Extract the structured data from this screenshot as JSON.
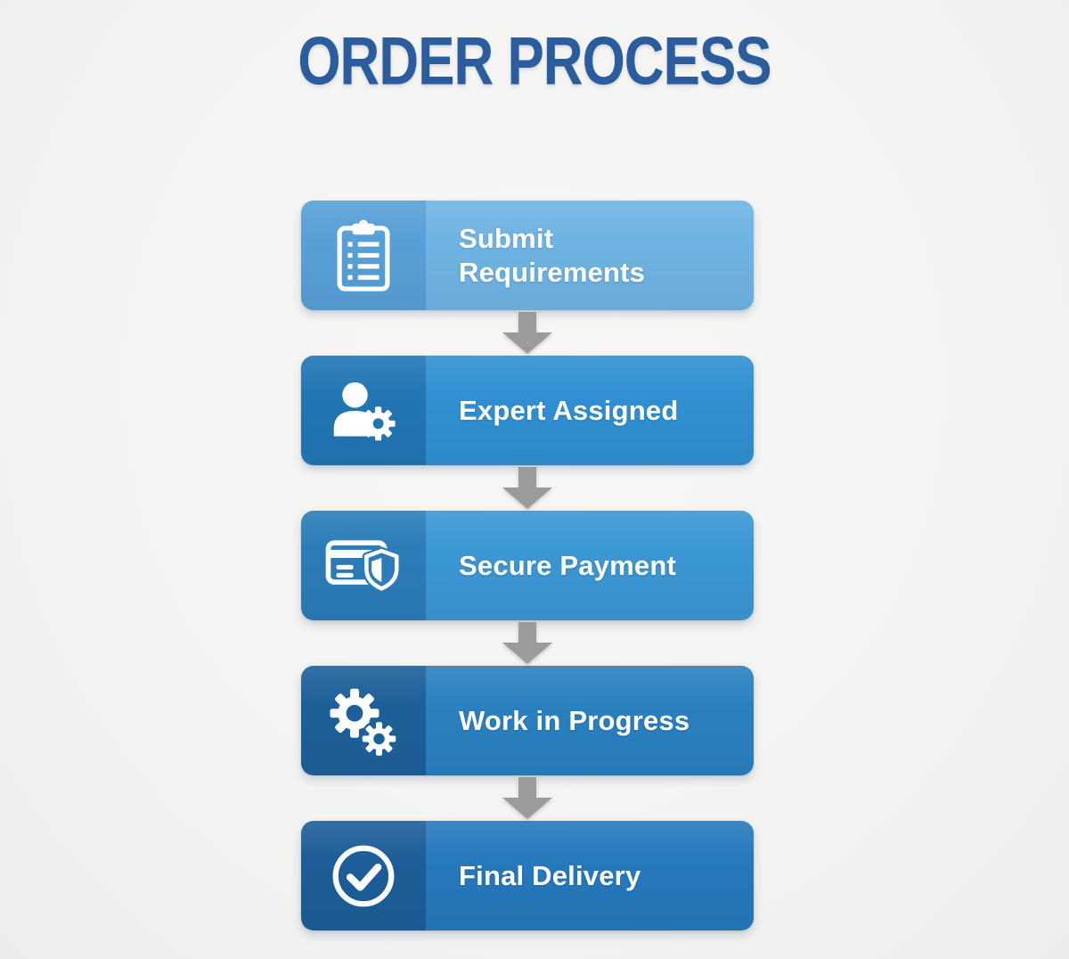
{
  "page": {
    "title": "ORDER PROCESS",
    "title_color": "#2b5c9e",
    "background_color": "#f4f4f2",
    "arrow_color": "#9b9b9b",
    "label_text_color": "#ffffff"
  },
  "steps": [
    {
      "label": "Submit\nRequirements",
      "icon": "clipboard-checklist-icon",
      "icon_bg": "#57a0d7",
      "body_bg": "#6fb4e3"
    },
    {
      "label": "Expert Assigned",
      "icon": "user-gear-icon",
      "icon_bg": "#2176b4",
      "body_bg": "#3190d2"
    },
    {
      "label": "Secure Payment",
      "icon": "credit-card-shield-icon",
      "icon_bg": "#2b7cb8",
      "body_bg": "#3b97d4"
    },
    {
      "label": "Work in Progress",
      "icon": "gears-icon",
      "icon_bg": "#1d6099",
      "body_bg": "#2a80c0"
    },
    {
      "label": "Final Delivery",
      "icon": "check-circle-icon",
      "icon_bg": "#1d5e98",
      "body_bd_note": "",
      "body_bg": "#2679bd"
    }
  ]
}
